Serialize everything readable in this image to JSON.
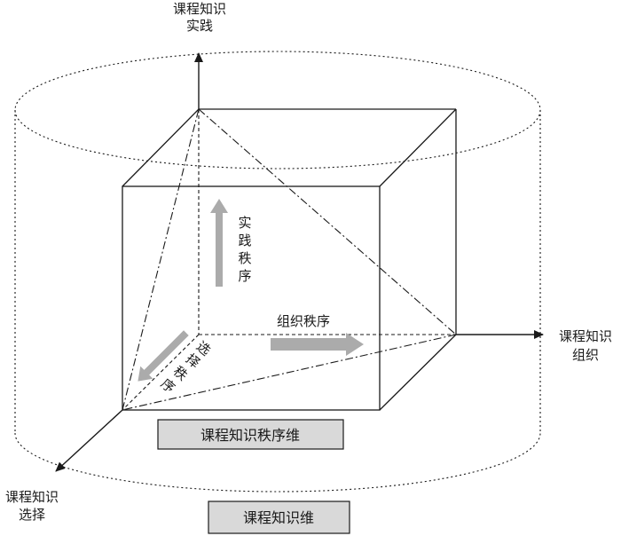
{
  "axes": {
    "top": [
      "课程知识",
      "实践"
    ],
    "right": [
      "课程知识",
      "组织"
    ],
    "left": [
      "课程知识",
      "选择"
    ]
  },
  "arrows": {
    "practice_order": [
      "实",
      "践",
      "秩",
      "序"
    ],
    "organize_order": "组织秩序",
    "select_order": [
      "选",
      "择",
      "秩",
      "序"
    ]
  },
  "boxes": {
    "order_dimension": "课程知识秩序维",
    "knowledge_dimension": "课程知识维"
  }
}
